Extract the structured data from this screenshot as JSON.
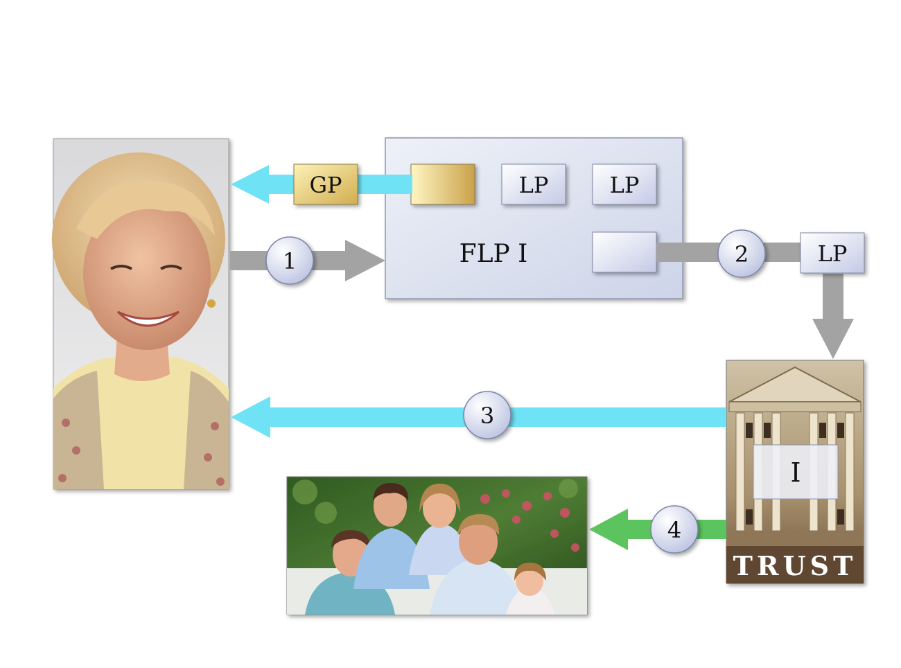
{
  "diagram": {
    "flp_label": "FLP I",
    "gp_label": "GP",
    "lp_label_1": "LP",
    "lp_label_2": "LP",
    "lp_label_3": "LP",
    "trust_number": "I",
    "trust_word": "TRUST",
    "steps": [
      "1",
      "2",
      "3",
      "4"
    ]
  },
  "colors": {
    "cyan_arrow": "#6fe3f5",
    "gray_arrow": "#a3a3a3",
    "green_arrow": "#5cc45e",
    "box_gradient_light": "#ffffff",
    "box_gradient_dark": "#c4cae6",
    "gp_gold_light": "#fbf2b8",
    "gp_gold_dark": "#d3ad4f",
    "trust_brown": "#6a5138"
  },
  "images": {
    "grandmother_photo": "senior woman portrait",
    "trust_photo": "classical building facade",
    "family_photo": "family of five outdoors"
  }
}
